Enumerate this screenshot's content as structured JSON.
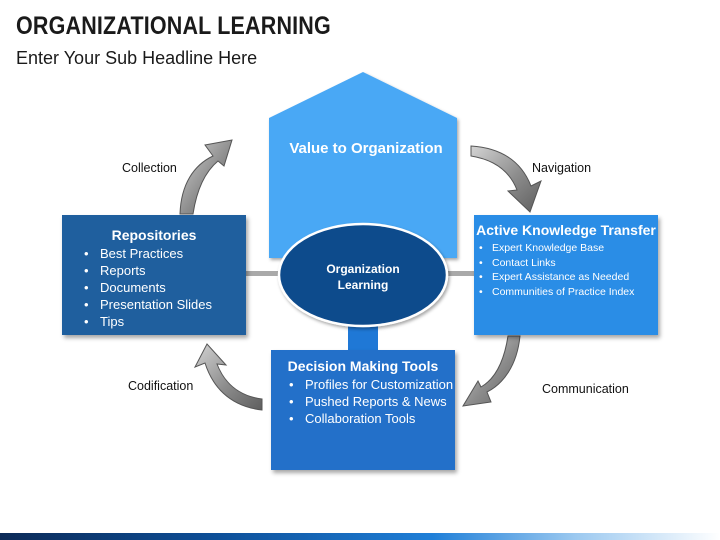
{
  "title": "ORGANIZATIONAL LEARNING",
  "subtitle": "Enter Your Sub Headline Here",
  "value": "Value to Organization",
  "center": "Organization Learning",
  "repositories": {
    "title": "Repositories",
    "items": [
      "Best Practices",
      "Reports",
      "Documents",
      "Presentation Slides",
      "Tips"
    ]
  },
  "akt": {
    "title": "Active Knowledge Transfer",
    "items": [
      "Expert Knowledge Base",
      "Contact Links",
      "Expert Assistance as Needed",
      "Communities of Practice Index"
    ]
  },
  "dmt": {
    "title": "Decision Making Tools",
    "items": [
      "Profiles for Customization",
      "Pushed Reports & News",
      "Collaboration Tools"
    ]
  },
  "labels": {
    "collection": "Collection",
    "navigation": "Navigation",
    "communication": "Communication",
    "codification": "Codification"
  },
  "colors": {
    "dark_blue": "#1f5f9e",
    "medium_blue": "#2370c9",
    "bright_blue": "#2a8de6",
    "light_blue": "#4aa8f5",
    "ellipse": "#114b8c",
    "arrow_gray": "#8a8a8a"
  }
}
